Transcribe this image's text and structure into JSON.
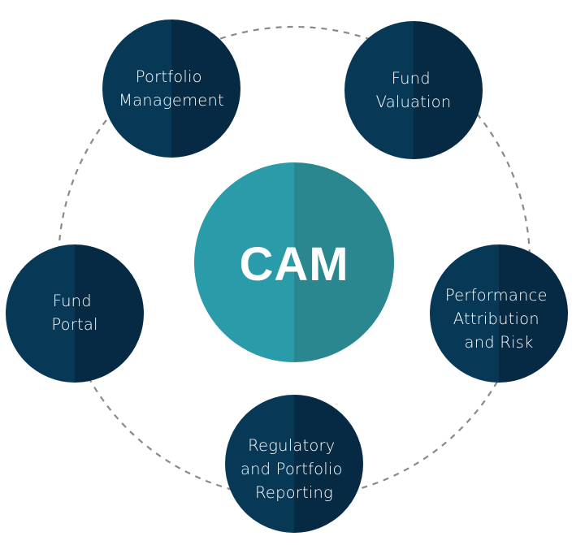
{
  "diagram": {
    "colors": {
      "center_left": "#2a9ba8",
      "center_right": "#2a8790",
      "node_left": "#073957",
      "node_right": "#062a43",
      "ring": "#8a8a8a",
      "text": "#ffffff"
    },
    "center": {
      "label": "CAM"
    },
    "nodes": [
      {
        "id": "portfolio-management",
        "lines": [
          "Portfolio",
          "Management"
        ]
      },
      {
        "id": "fund-valuation",
        "lines": [
          "Fund",
          "Valuation"
        ]
      },
      {
        "id": "performance-attribution-risk",
        "lines": [
          "Performance",
          "Attribution",
          "and Risk"
        ]
      },
      {
        "id": "regulatory-portfolio-reporting",
        "lines": [
          "Regulatory",
          "and Portfolio",
          "Reporting"
        ]
      },
      {
        "id": "fund-portal",
        "lines": [
          "Fund",
          "Portal"
        ]
      }
    ]
  }
}
